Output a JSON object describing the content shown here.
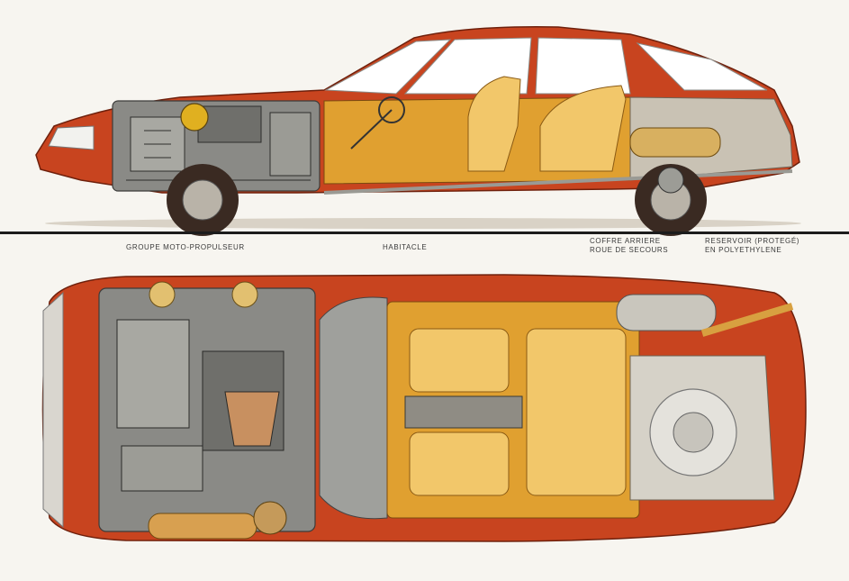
{
  "labels": {
    "engine": "GROUPE MOTO-PROPULSEUR",
    "cabin": "HABITACLE",
    "boot_line1": "COFFRE ARRIERE",
    "boot_line2": "ROUE DE SECOURS",
    "tank_line1": "RESERVOIR (Protegé)",
    "tank_line2": "EN POLYETHYLENE"
  },
  "colors": {
    "body": "#c8441f",
    "body_dark": "#8e2a12",
    "interior": "#e0a030",
    "interior_light": "#f2c76a",
    "engine": "#8a8a86",
    "tyre": "#3a2a22",
    "glass": "#ffffff",
    "background": "#f7f5f0"
  }
}
